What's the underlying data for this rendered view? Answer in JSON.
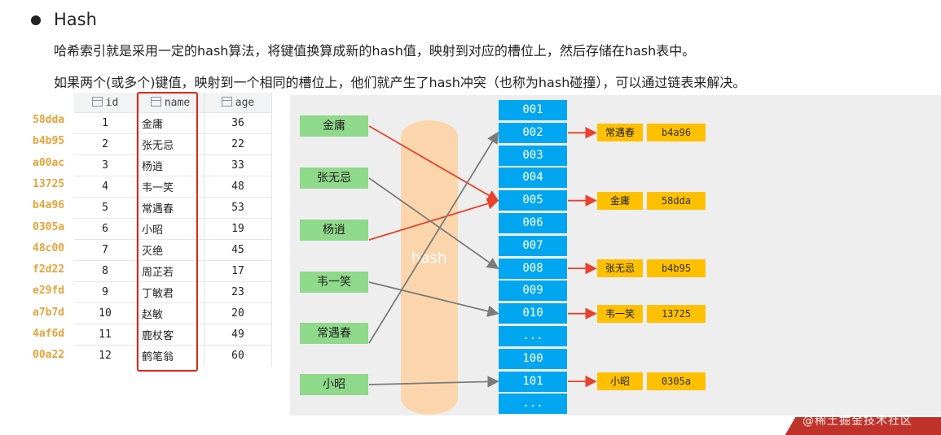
{
  "heading": "Hash",
  "paragraphs": [
    "哈希索引就是采用一定的hash算法，将键值换算成新的hash值，映射到对应的槽位上，然后存储在hash表中。",
    "如果两个(或多个)键值，映射到一个相同的槽位上，他们就产生了hash冲突（也称为hash碰撞），可以通过链表来解决。"
  ],
  "table": {
    "headers": [
      "id",
      "name",
      "age"
    ],
    "rows": [
      {
        "hash": "58dda",
        "id": "1",
        "name": "金庸",
        "age": "36"
      },
      {
        "hash": "b4b95",
        "id": "2",
        "name": "张无忌",
        "age": "22"
      },
      {
        "hash": "a00ac",
        "id": "3",
        "name": "杨逍",
        "age": "33"
      },
      {
        "hash": "13725",
        "id": "4",
        "name": "韦一笑",
        "age": "48"
      },
      {
        "hash": "b4a96",
        "id": "5",
        "name": "常遇春",
        "age": "53"
      },
      {
        "hash": "0305a",
        "id": "6",
        "name": "小昭",
        "age": "19"
      },
      {
        "hash": "48c00",
        "id": "7",
        "name": "灭绝",
        "age": "45"
      },
      {
        "hash": "f2d22",
        "id": "8",
        "name": "周芷若",
        "age": "17"
      },
      {
        "hash": "e29fd",
        "id": "9",
        "name": "丁敏君",
        "age": "23"
      },
      {
        "hash": "a7b7d",
        "id": "10",
        "name": "赵敏",
        "age": "20"
      },
      {
        "hash": "4af6d",
        "id": "11",
        "name": "鹿杖客",
        "age": "49"
      },
      {
        "hash": "00a22",
        "id": "12",
        "name": "鹤笔翁",
        "age": "60"
      }
    ]
  },
  "diagram": {
    "hash_label": "hash",
    "keys": [
      "金庸",
      "张无忌",
      "杨逍",
      "韦一笑",
      "常遇春",
      "小昭"
    ],
    "slots": [
      "001",
      "002",
      "003",
      "004",
      "005",
      "006",
      "007",
      "008",
      "009",
      "010",
      "...",
      "100",
      "101",
      "..."
    ],
    "entries": [
      {
        "slot": "002",
        "name": "常遇春",
        "hash": "b4a96"
      },
      {
        "slot": "005",
        "name": "金庸",
        "hash": "58dda"
      },
      {
        "slot": "008",
        "name": "张无忌",
        "hash": "b4b95"
      },
      {
        "slot": "010",
        "name": "韦一笑",
        "hash": "13725"
      },
      {
        "slot": "101",
        "name": "小昭",
        "hash": "0305a"
      }
    ],
    "mappings": [
      {
        "key": "金庸",
        "slot": "005",
        "collision": true
      },
      {
        "key": "杨逍",
        "slot": "005",
        "collision": true
      },
      {
        "key": "张无忌",
        "slot": "008",
        "collision": false
      },
      {
        "key": "韦一笑",
        "slot": "010",
        "collision": false
      },
      {
        "key": "常遇春",
        "slot": "002",
        "collision": false
      },
      {
        "key": "小昭",
        "slot": "101",
        "collision": false
      }
    ],
    "colors": {
      "key_bg": "#8fd98a",
      "slot_bg": "#00a6f0",
      "value_bg": "#ffc000",
      "band": "#fbd6ad",
      "collision": "#e8412c",
      "normal": "#7b7b7b"
    }
  },
  "watermark": "@稀土掘金技术社区"
}
